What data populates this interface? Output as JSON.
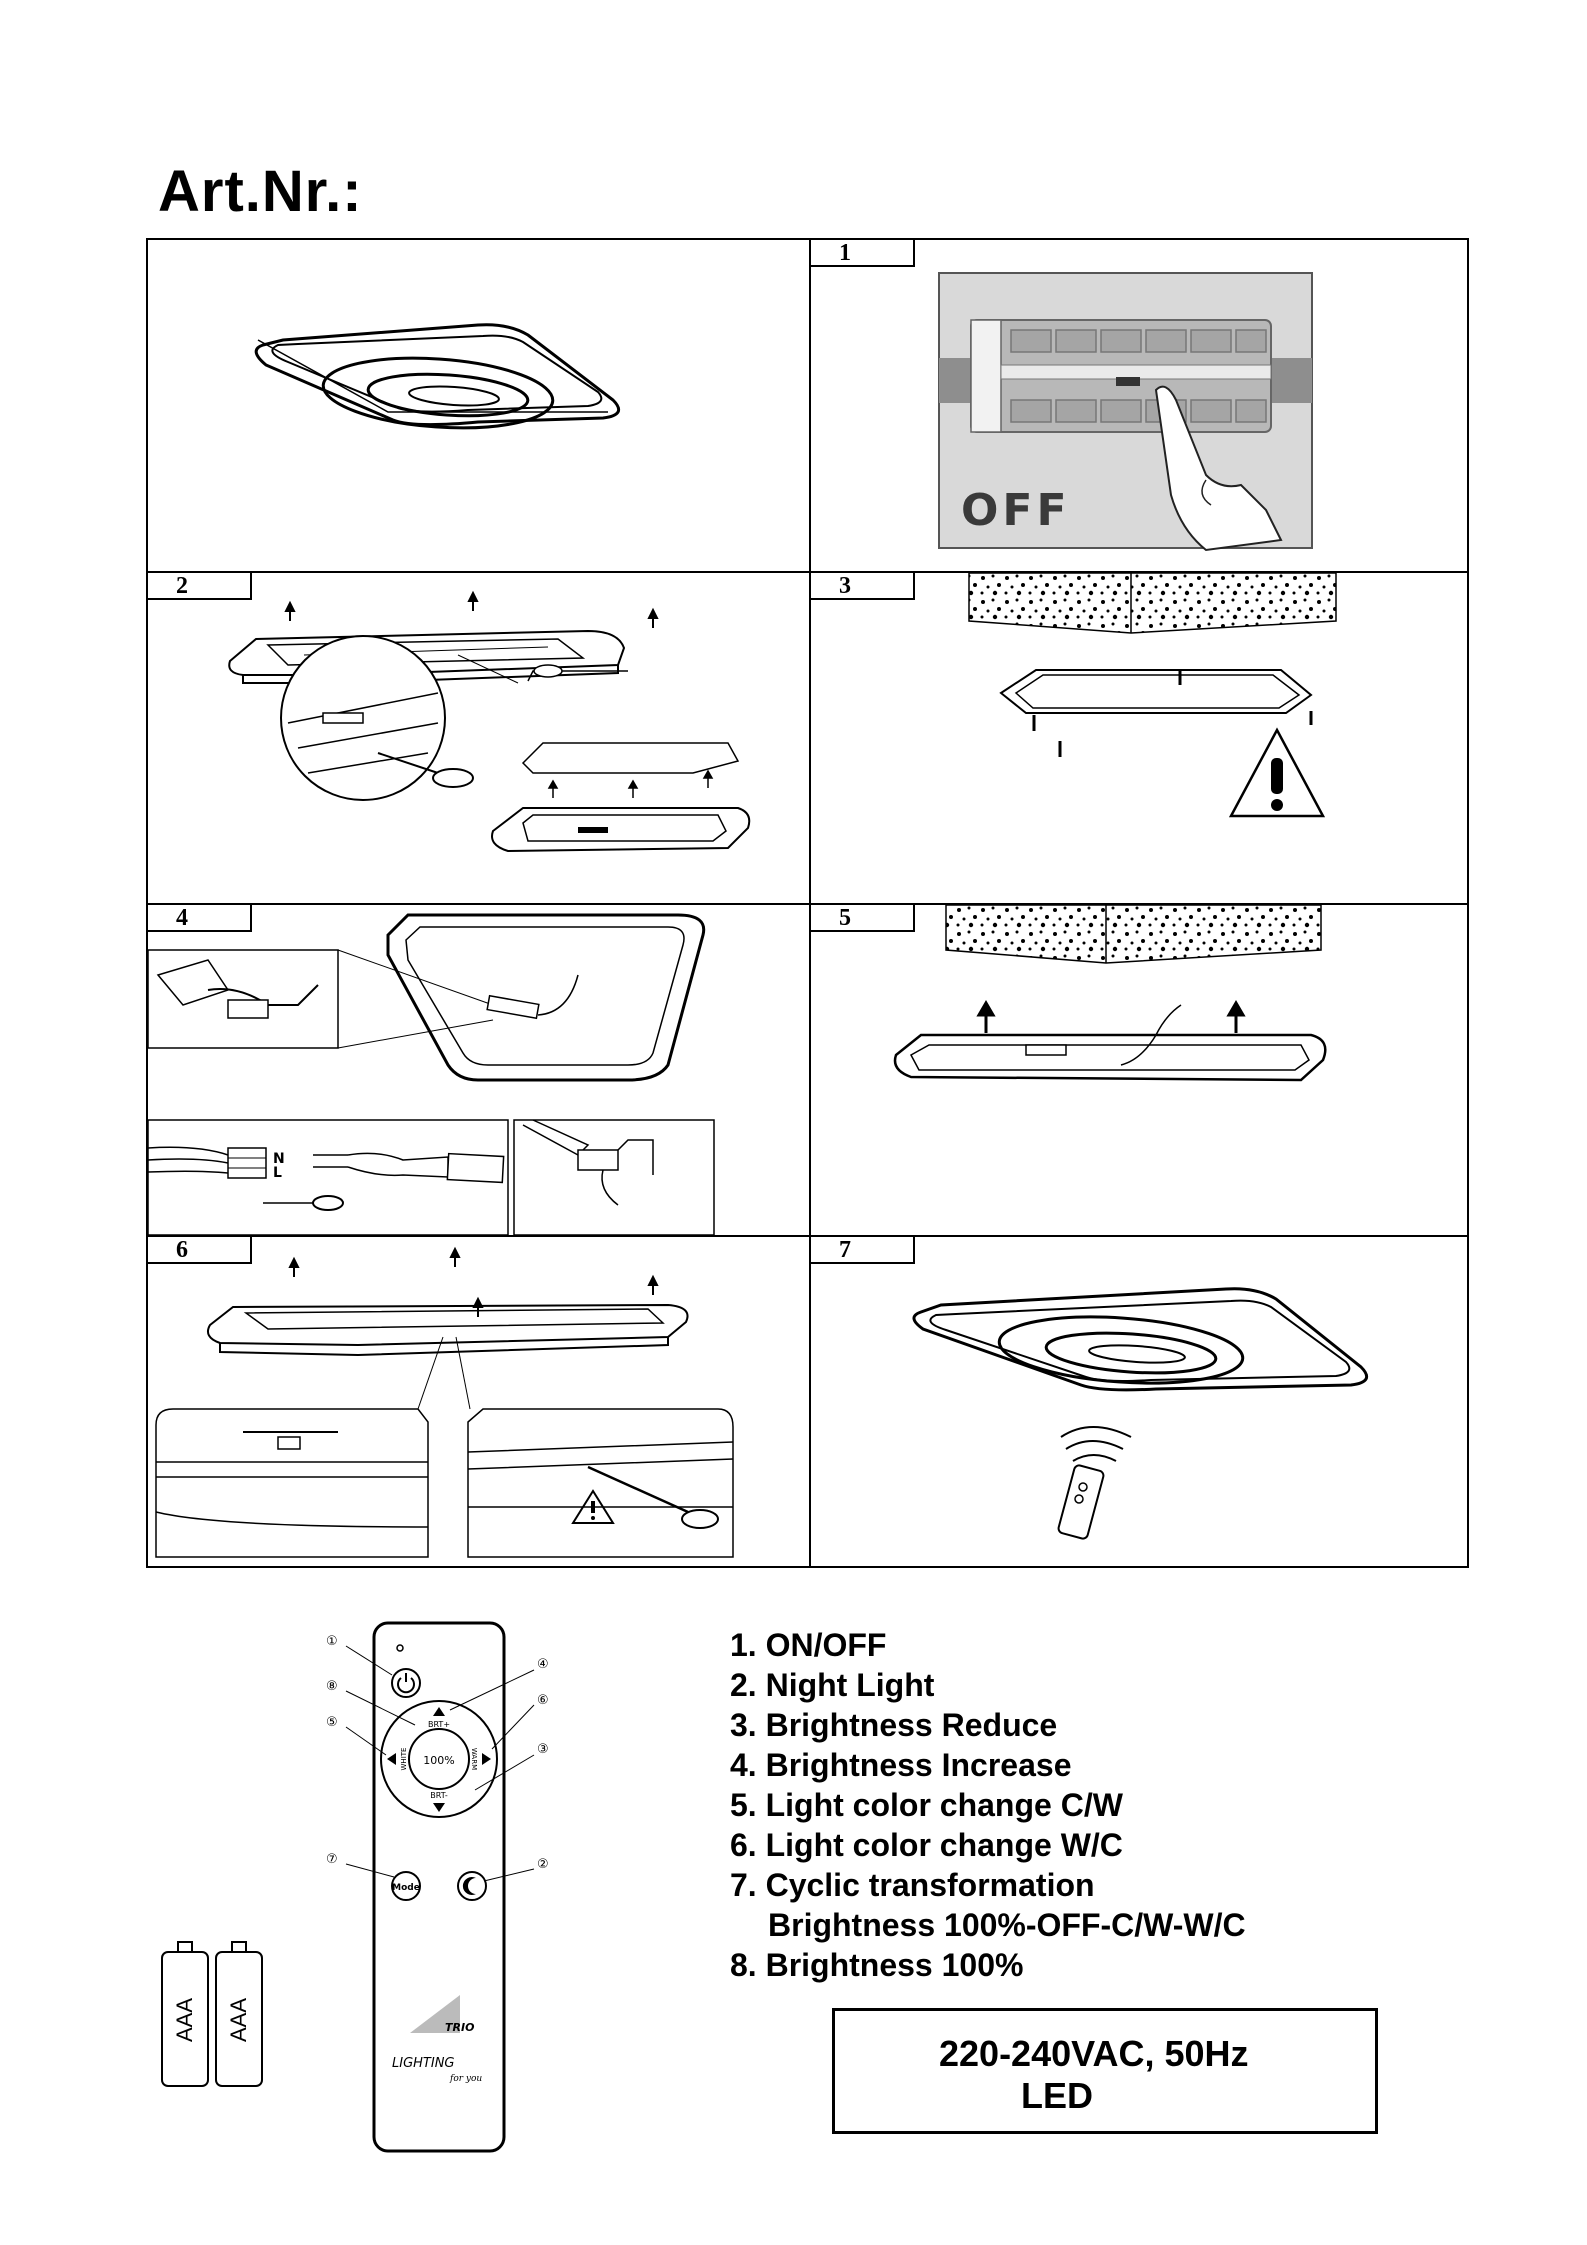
{
  "title": "Art.Nr.:",
  "steps": [
    "1",
    "2",
    "3",
    "4",
    "5",
    "6",
    "7"
  ],
  "off_label": "OFF",
  "remote": {
    "brand_top": "TRIO",
    "brand_bottom": "LIGHTING",
    "brand_tag": "for you",
    "center_button": "100%",
    "mode_button": "Mode",
    "brt_plus": "BRT+",
    "brt_minus": "BRT-",
    "white": "WHITE",
    "warm": "WARM",
    "callouts": [
      "①",
      "⑧",
      "⑤",
      "⑦",
      "④",
      "⑥",
      "③",
      "②"
    ]
  },
  "battery_label": "AAA",
  "wiring_labels": {
    "n": "N",
    "l": "L"
  },
  "legend": [
    "1. ON/OFF",
    "2. Night Light",
    "3. Brightness Reduce",
    "4. Brightness Increase",
    "5. Light color change C/W",
    "6. Light color change W/C",
    "7. Cyclic transformation",
    "Brightness 100%-OFF-C/W-W/C",
    "8. Brightness 100%"
  ],
  "spec": {
    "voltage": "220-240VAC, 50Hz",
    "type": "LED"
  }
}
